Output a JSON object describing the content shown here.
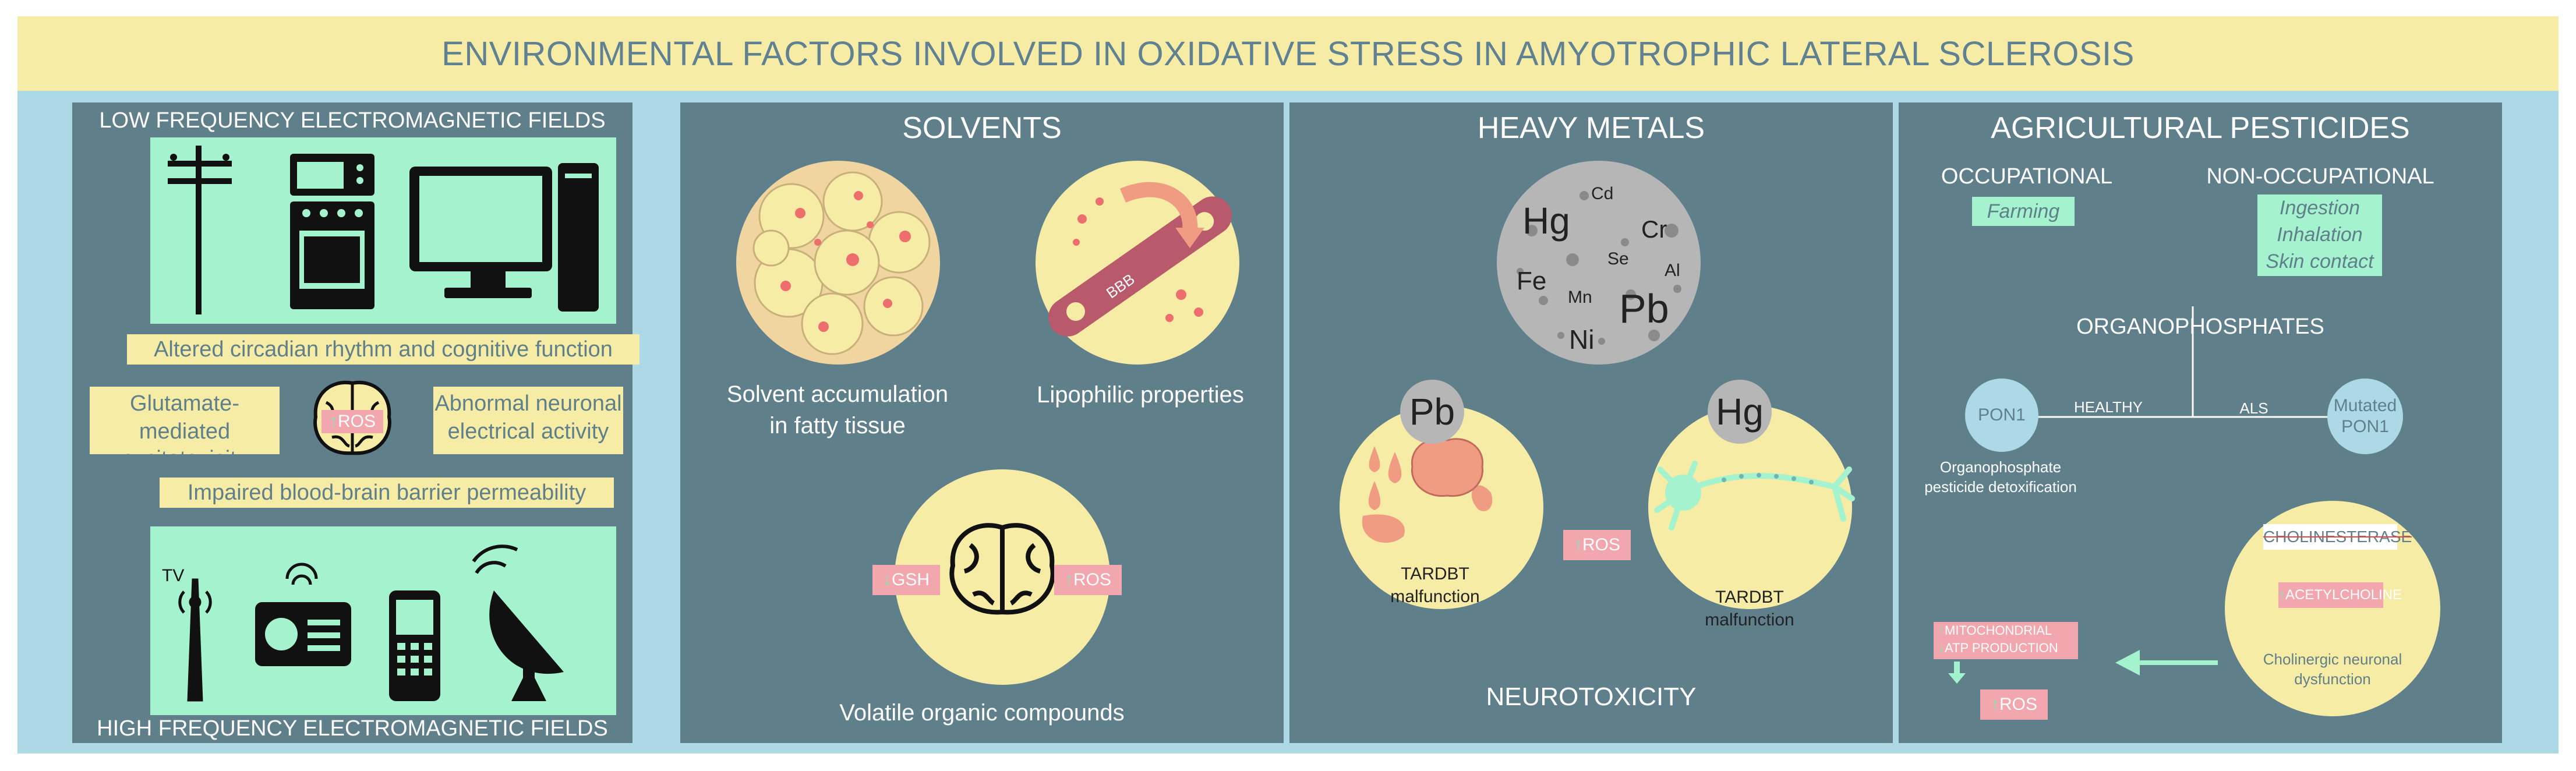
{
  "title": "ENVIRONMENTAL FACTORS INVOLVED IN OXIDATIVE STRESS IN AMYOTROPHIC LATERAL SCLEROSIS",
  "emf": {
    "low_title": "LOW FREQUENCY ELECTROMAGNETIC FIELDS",
    "high_title": "HIGH FREQUENCY ELECTROMAGNETIC FIELDS",
    "tv_label": "TV",
    "circadian": "Altered circadian rhythm and cognitive function",
    "glutamate_1": "Glutamate-mediated",
    "glutamate_2": "excitotoxicity",
    "neuronal_1": "Abnormal neuronal",
    "neuronal_2": "electrical activity",
    "bbb": "Impaired blood-brain barrier permeability",
    "ros": "ROS"
  },
  "solvents": {
    "title": "SOLVENTS",
    "accum_1": "Solvent accumulation",
    "accum_2": "in fatty tissue",
    "lipo": "Lipophilic properties",
    "bbb_tag": "BBB",
    "gsh": "GSH",
    "ros": "ROS",
    "voc": "Volatile organic compounds"
  },
  "metals": {
    "title": "HEAVY METALS",
    "elements": [
      "Hg",
      "Cd",
      "Cr",
      "Se",
      "Al",
      "Fe",
      "Mn",
      "Pb",
      "Ni"
    ],
    "pb": "Pb",
    "hg": "Hg",
    "tardbt_1": "TARDBT",
    "tardbt_2": "malfunction",
    "ros": "ROS",
    "neurotox": "NEUROTOXICITY"
  },
  "pesticides": {
    "title": "AGRICULTURAL PESTICIDES",
    "occupational": "OCCUPATIONAL",
    "non_occupational": "NON-OCCUPATIONAL",
    "farming": "Farming",
    "ingestion": "Ingestion",
    "inhalation": "Inhalation",
    "skin": "Skin contact",
    "organophosphates": "ORGANOPHOSPHATES",
    "pon1": "PON1",
    "mutated_1": "Mutated",
    "mutated_2": "PON1",
    "healthy": "HEALTHY",
    "als": "ALS",
    "detox_1": "Organophosphate",
    "detox_2": "pesticide detoxification",
    "cholinesterase": "CHOLINESTERASE",
    "acetylcholine": "ACETYLCHOLINE",
    "cholinergic_1": "Cholinergic neuronal",
    "cholinergic_2": "dysfunction",
    "mito_1": "MITOCHONDRIAL",
    "mito_2": "ATP PRODUCTION",
    "ros": "ROS"
  },
  "colors": {
    "panel": "#5f808b",
    "yellow": "#f6eca6",
    "mint": "#a5f2cf",
    "pink": "#f2a6ae",
    "frame": "#add8e6"
  }
}
